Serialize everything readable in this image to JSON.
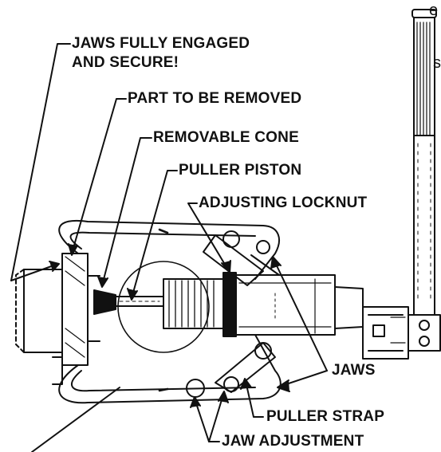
{
  "labels": {
    "jaws_engaged_1": "JAWS FULLY ENGAGED",
    "jaws_engaged_2": "AND SECURE!",
    "part_removed": "PART TO BE REMOVED",
    "removable_cone": "REMOVABLE CONE",
    "puller_piston": "PULLER PISTON",
    "adjusting_locknut": "ADJUSTING LOCKNUT",
    "jaws": "JAWS",
    "puller_strap": "PULLER STRAP",
    "jaw_adjustment": "JAW ADJUSTMENT"
  },
  "edge_fragments": {
    "top": "e",
    "mid": "s"
  },
  "colors": {
    "ink": "#111111",
    "background": "#ffffff"
  }
}
